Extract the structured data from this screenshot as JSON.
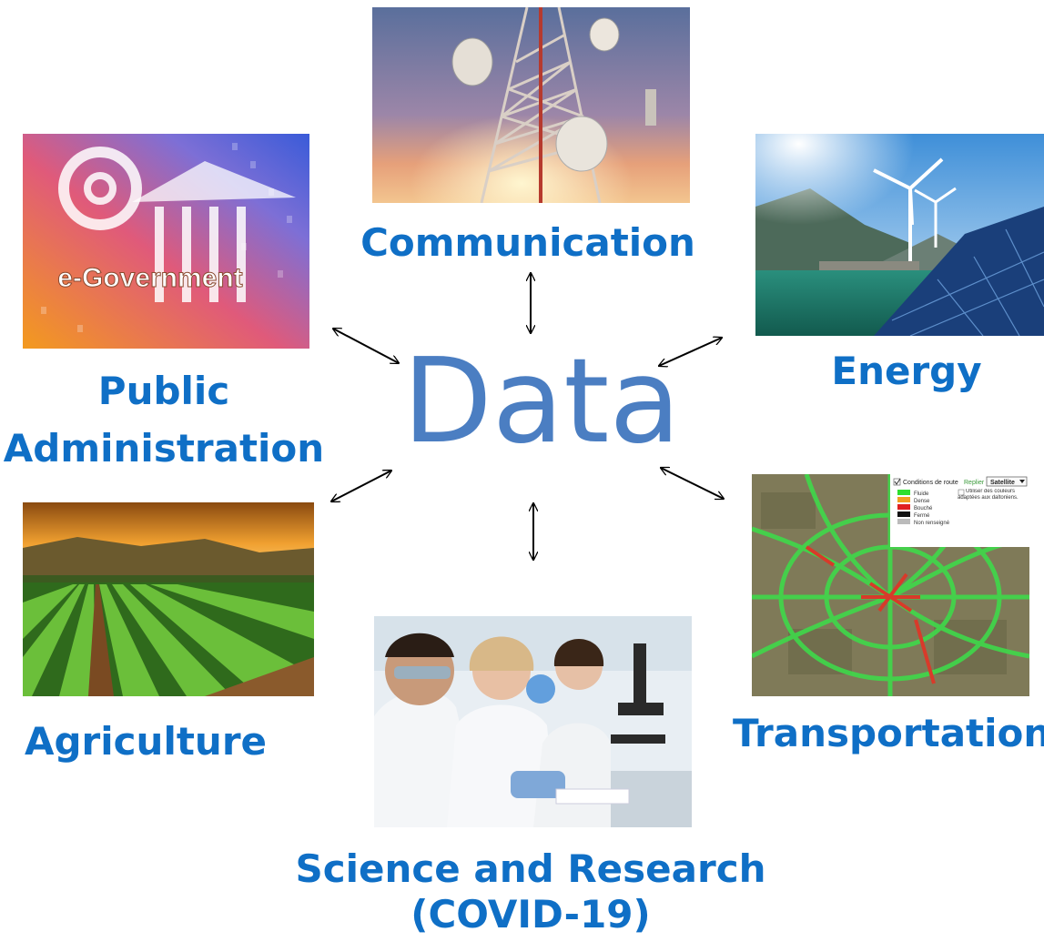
{
  "center": {
    "label": "Data"
  },
  "nodes": {
    "communication": {
      "label": "Communication",
      "color": "#0f6fc6",
      "photo": "telecom-tower-at-sunset"
    },
    "public_administration": {
      "line1": "Public",
      "line2": "Administration",
      "color": "#0f6fc6",
      "photo": "e-government-illustration",
      "photo_text": "e-Government"
    },
    "energy": {
      "label": "Energy",
      "color": "#0f6fc6",
      "photo": "wind-turbines-solar-panels-dam"
    },
    "agriculture": {
      "label": "Agriculture",
      "color": "#0f6fc6",
      "photo": "crop-field-at-sunset"
    },
    "science_research": {
      "line1": "Science and Research",
      "line2": "(COVID-19)",
      "color": "#0f6fc6",
      "photo": "scientists-in-laboratory"
    },
    "transportation": {
      "label": "Transportation",
      "color": "#0f6fc6",
      "photo": "traffic-conditions-map"
    }
  },
  "map_legend": {
    "header": "Conditions de route",
    "collapse": "Replier",
    "dropdown": "Satellite",
    "items": [
      "Fluide",
      "Dense",
      "Bouché",
      "Fermé",
      "Non renseigné"
    ],
    "option": "Utiliser des couleurs adaptées aux daltoniens."
  },
  "arrows": {
    "style": "double-headed",
    "color": "#000000"
  }
}
